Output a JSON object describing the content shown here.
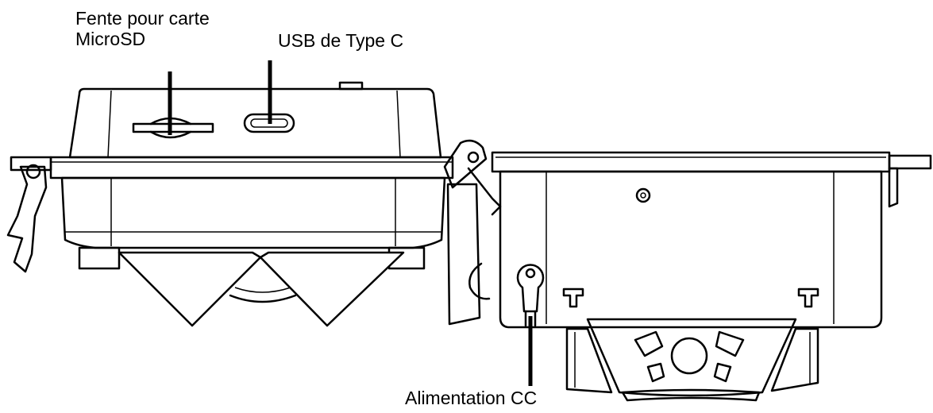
{
  "labels": {
    "microsd_slot_line1": "Fente pour carte",
    "microsd_slot_line2": "MicroSD",
    "usb_type_c": "USB de Type C",
    "dc_power": "Alimentation CC"
  }
}
